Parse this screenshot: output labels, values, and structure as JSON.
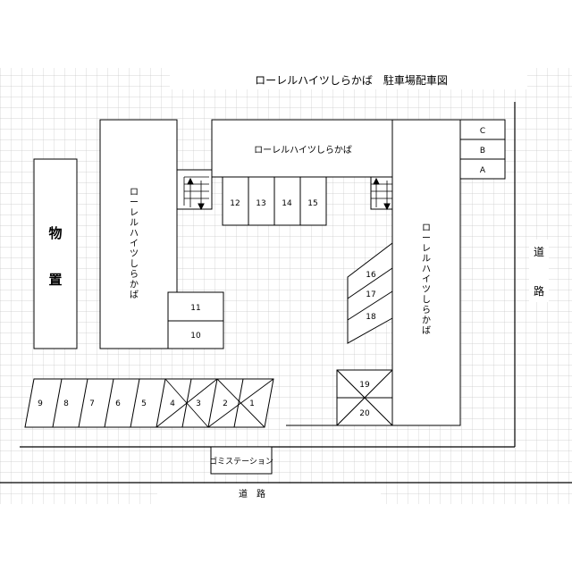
{
  "title": "ローレルハイツしらかば　駐車場配車図",
  "buildings": {
    "top": "ローレルハイツしらかば",
    "left": "ローレルハイツしらかば",
    "right": "ローレルハイツしらかば"
  },
  "storage": "物置",
  "garbage_station": "ゴミステーション",
  "road_right": "道路",
  "road_bottom": "道　路",
  "slots": {
    "abc": [
      "C",
      "B",
      "A"
    ],
    "top_row": [
      "12",
      "13",
      "14",
      "15"
    ],
    "left_stack": [
      "11",
      "10"
    ],
    "diagonal_right": [
      "16",
      "17",
      "18"
    ],
    "box_pair": [
      "19",
      "20"
    ],
    "bottom_row": [
      "9",
      "8",
      "7",
      "6",
      "5",
      "4",
      "3",
      "2",
      "1"
    ],
    "crossed_out": [
      "4",
      "3",
      "2",
      "1"
    ]
  }
}
